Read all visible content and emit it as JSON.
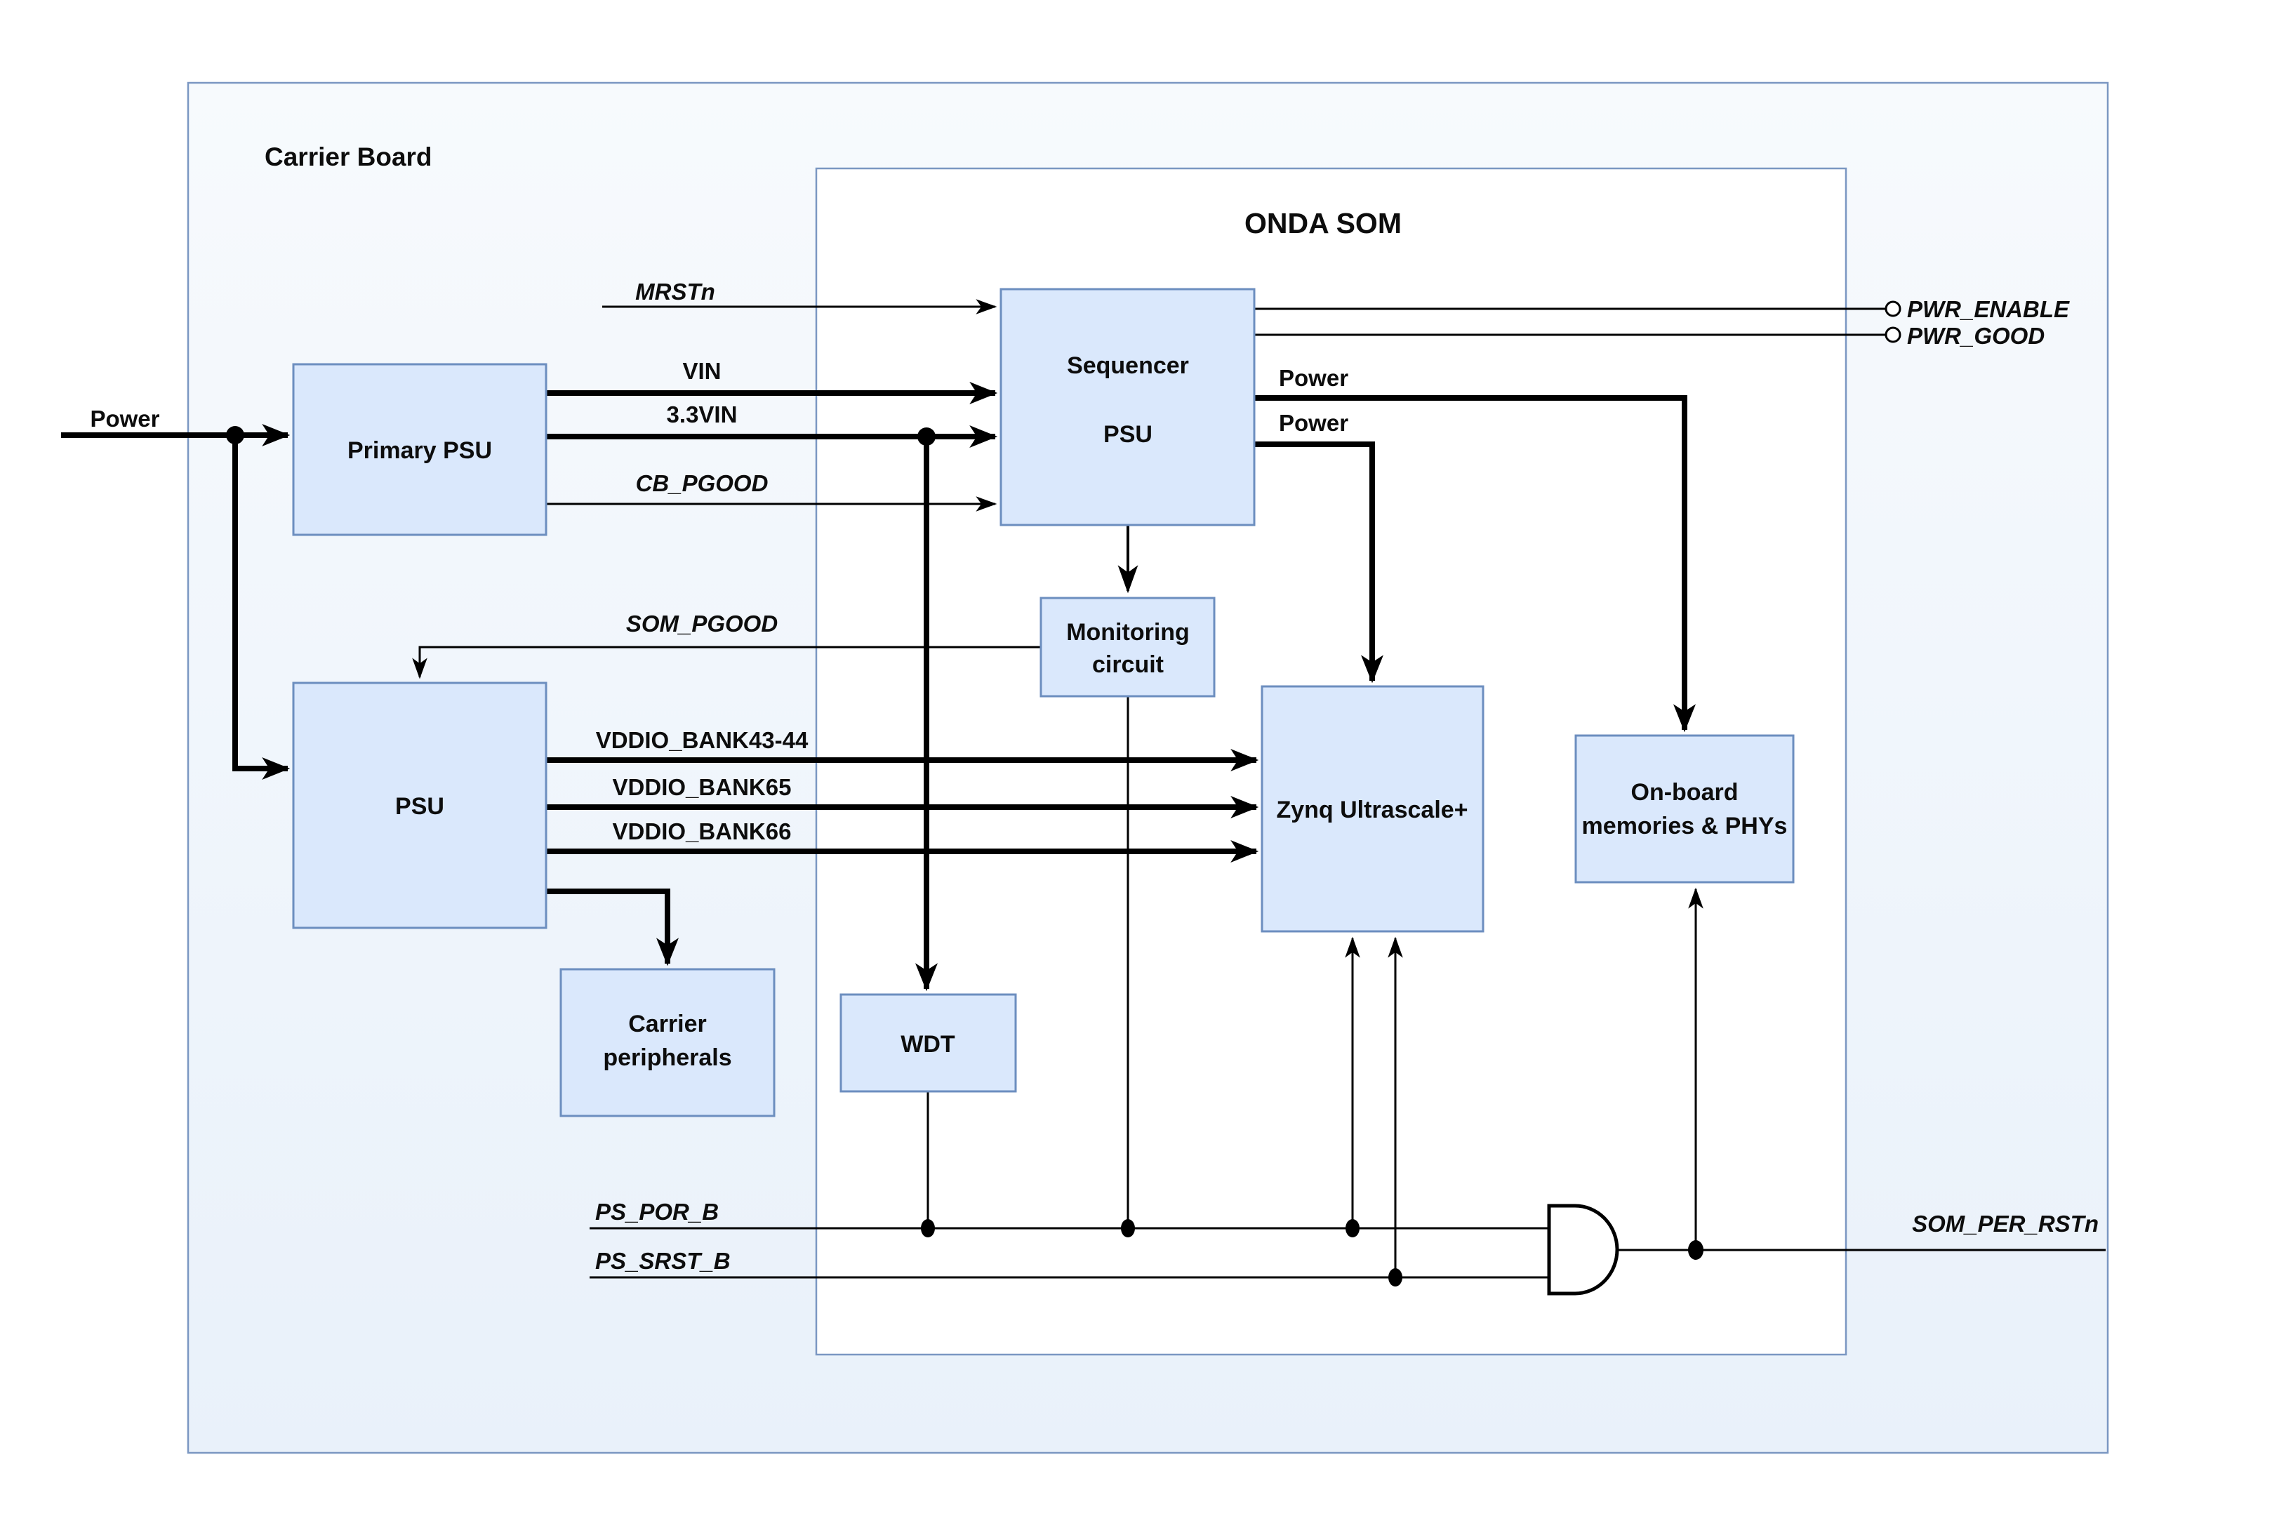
{
  "diagram": {
    "carrier_title": "Carrier Board",
    "som_title": "ONDA SOM"
  },
  "blocks": {
    "primary_psu": "Primary PSU",
    "psu": "PSU",
    "carrier_peripherals_1": "Carrier",
    "carrier_peripherals_2": "peripherals",
    "sequencer_1": "Sequencer",
    "sequencer_2": "PSU",
    "monitoring_1": "Monitoring",
    "monitoring_2": "circuit",
    "wdt": "WDT",
    "zynq": "Zynq Ultrascale+",
    "onboard_1": "On-board",
    "onboard_2": "memories & PHYs"
  },
  "signals": {
    "power_in": "Power",
    "mrstn": "MRSTn",
    "vin": "VIN",
    "vin33": "3.3VIN",
    "cb_pgood": "CB_PGOOD",
    "som_pgood": "SOM_PGOOD",
    "vddio_bank43_44": "VDDIO_BANK43-44",
    "vddio_bank65": "VDDIO_BANK65",
    "vddio_bank66": "VDDIO_BANK66",
    "pwr_enable": "PWR_ENABLE",
    "pwr_good": "PWR_GOOD",
    "power_to_memories": "Power",
    "power_to_zynq": "Power",
    "ps_por_b": "PS_POR_B",
    "ps_srst_b": "PS_SRST_B",
    "som_per_rstn": "SOM_PER_RSTn"
  },
  "colors": {
    "block_fill": "#dae8fc",
    "block_stroke": "#6c8ebf",
    "outer_stroke": "#7b97c2",
    "carrier_fill_top": "#f7fafd",
    "carrier_fill_bottom": "#e9f1fa",
    "som_fill": "#ffffff",
    "line": "#000000"
  }
}
